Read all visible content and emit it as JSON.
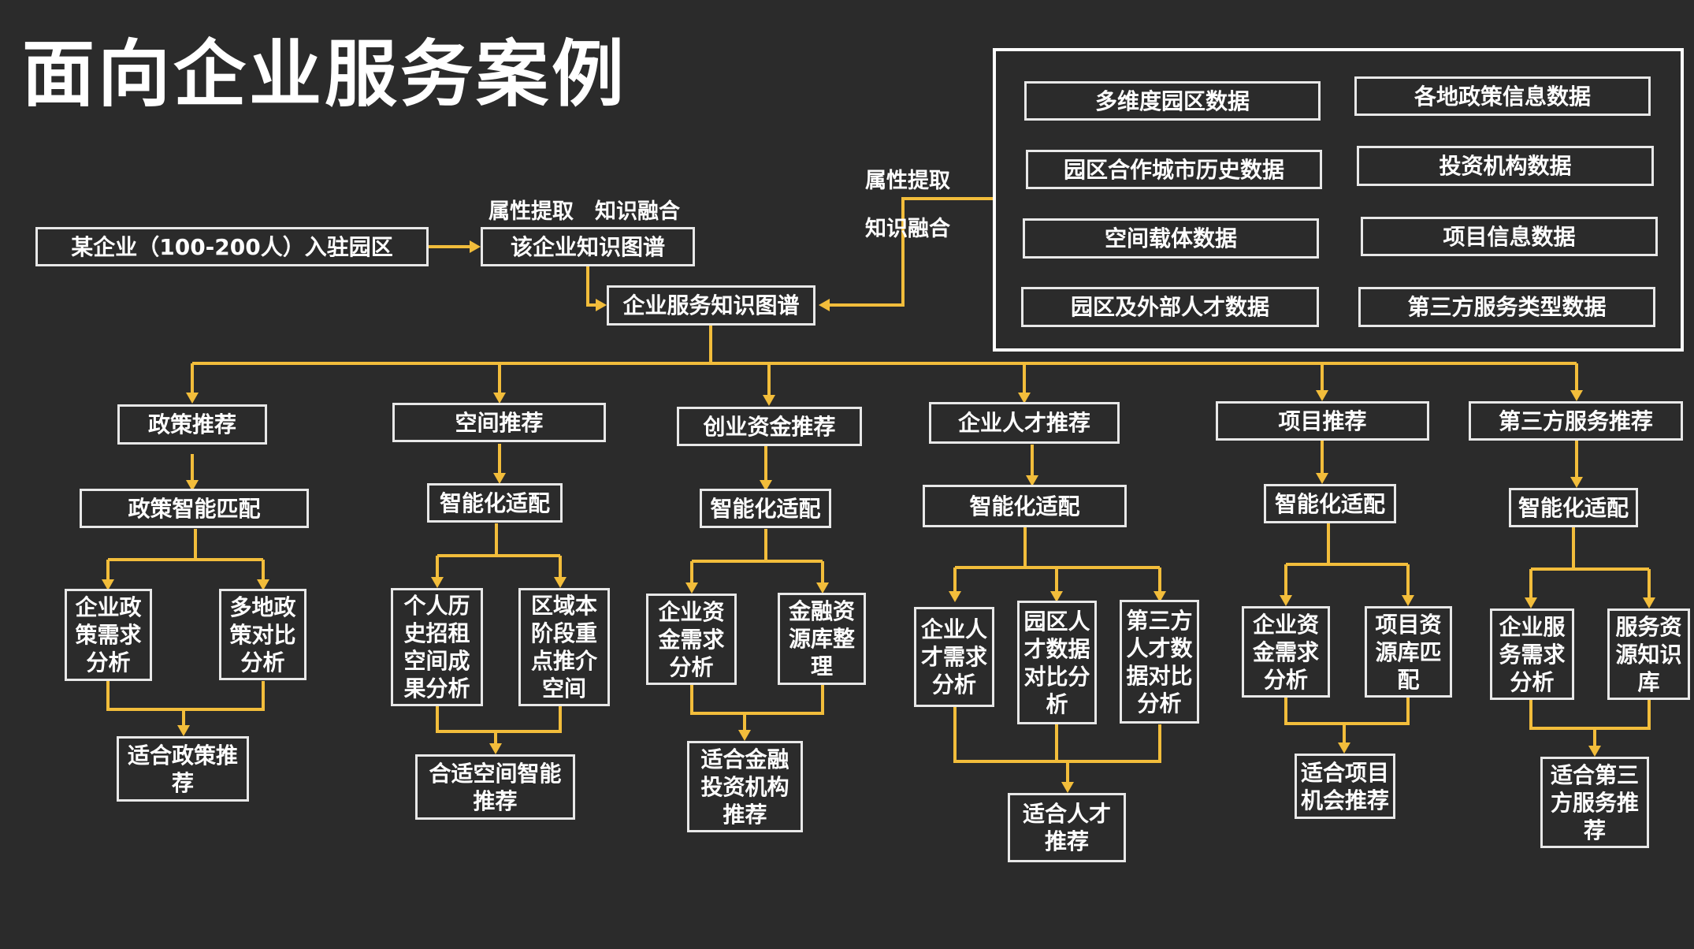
{
  "title": "面向企业服务案例",
  "annotations": {
    "extract_top": "属性提取",
    "fuse_top": "知识融合",
    "extract_right": "属性提取",
    "fuse_right": "知识融合"
  },
  "sources": {
    "left": [
      "多维度园区数据",
      "园区合作城市历史数据",
      "空间载体数据",
      "园区及外部人才数据"
    ],
    "right": [
      "各地政策信息数据",
      "投资机构数据",
      "项目信息数据",
      "第三方服务类型数据"
    ]
  },
  "top": {
    "enterprise": "某企业（100-200人）入驻园区",
    "enterprise_kg": "该企业知识图谱",
    "service_kg": "企业服务知识图谱"
  },
  "branches": [
    {
      "name": "政策推荐",
      "match": "政策智能匹配",
      "analyses": [
        "企业政\n策需求\n分析",
        "多地政\n策对比\n分析"
      ],
      "result": "适合政策推\n荐"
    },
    {
      "name": "空间推荐",
      "match": "智能化适配",
      "analyses": [
        "个人历\n史招租\n空间成\n果分析",
        "区域本\n阶段重\n点推介\n空间"
      ],
      "result": "合适空间智能\n推荐"
    },
    {
      "name": "创业资金推荐",
      "match": "智能化适配",
      "analyses": [
        "企业资\n金需求\n分析",
        "金融资\n源库整\n理"
      ],
      "result": "适合金融\n投资机构\n推荐"
    },
    {
      "name": "企业人才推荐",
      "match": "智能化适配",
      "analyses": [
        "企业人\n才需求\n分析",
        "园区人\n才数据\n对比分\n析",
        "第三方\n人才数\n据对比\n分析"
      ],
      "result": "适合人才\n推荐"
    },
    {
      "name": "项目推荐",
      "match": "智能化适配",
      "analyses": [
        "企业资\n金需求\n分析",
        "项目资\n源库匹\n配"
      ],
      "result": "适合项目\n机会推荐"
    },
    {
      "name": "第三方服务推荐",
      "match": "智能化适配",
      "analyses": [
        "企业服\n务需求\n分析",
        "服务资\n源知识\n库"
      ],
      "result": "适合第三\n方服务推\n荐"
    }
  ]
}
